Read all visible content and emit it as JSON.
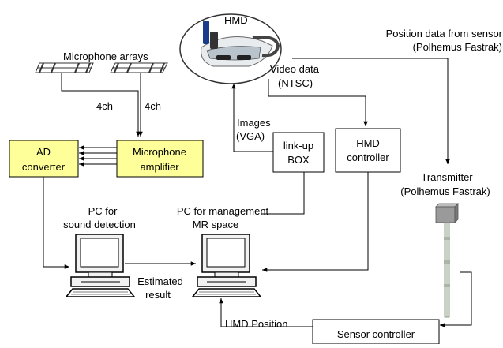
{
  "labels": {
    "hmd": "HMD",
    "position_data_1": "Position data from sensor",
    "position_data_2": "(Polhemus Fastrak)",
    "microphone_arrays": "Microphone arrays",
    "video_data_1": "Video data",
    "video_data_2": "(NTSC)",
    "ch_left": "4ch",
    "ch_right": "4ch",
    "images_1": "Images",
    "images_2": "(VGA)",
    "linkup_1": "link-up",
    "linkup_2": "BOX",
    "hmd_controller_1": "HMD",
    "hmd_controller_2": "controller",
    "ad_1": "AD",
    "ad_2": "converter",
    "mic_amp_1": "Microphone",
    "mic_amp_2": "amplifier",
    "transmitter_1": "Transmitter",
    "transmitter_2": "(Polhemus Fastrak)",
    "pc_sound_1": "PC for",
    "pc_sound_2": "sound detection",
    "pc_mgmt_1": "PC for management",
    "pc_mgmt_2": "MR space",
    "estimated_1": "Estimated",
    "estimated_2": "result",
    "hmd_position": "HMD Position",
    "sensor_controller": "Sensor controller"
  },
  "colors": {
    "converter_fill": "#ffff99",
    "monitor_body": "#f2f2f2",
    "screen": "#ffffff",
    "sensor_cube": "#9a9a9a"
  }
}
